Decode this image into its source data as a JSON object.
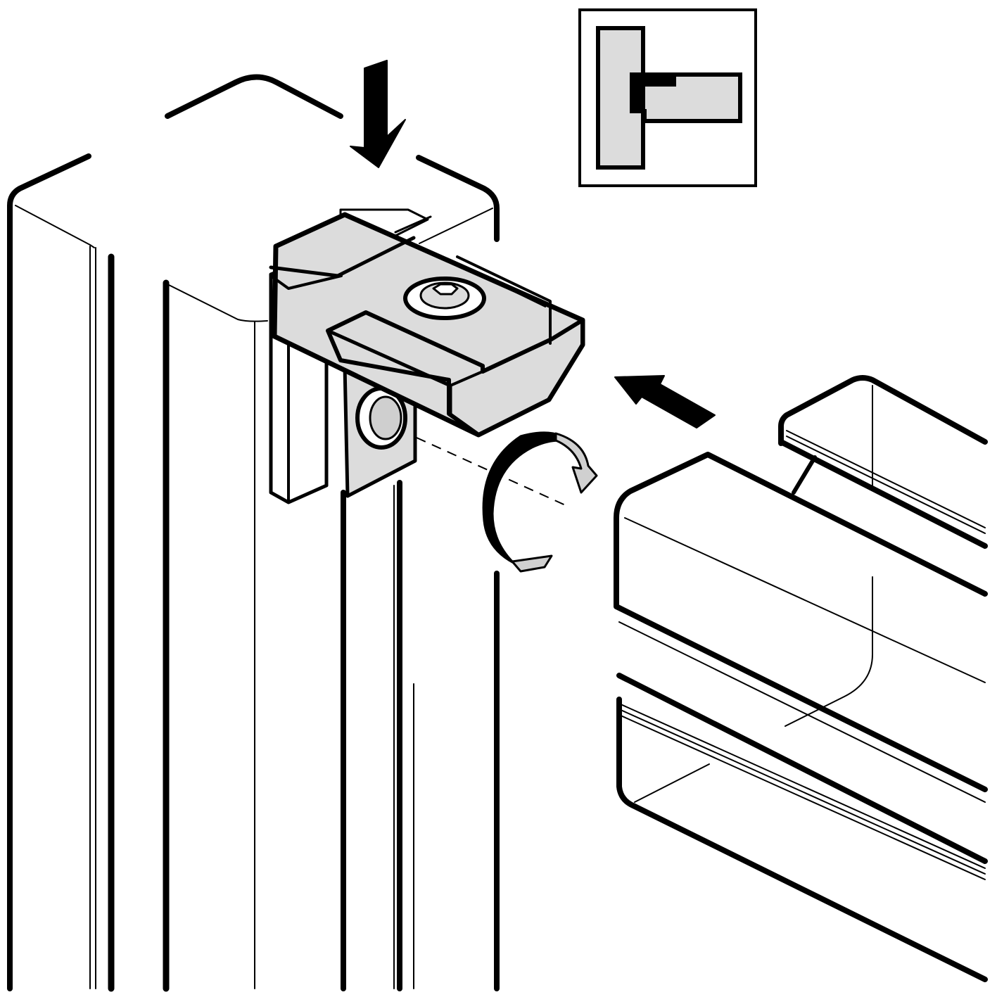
{
  "figure": {
    "kind": "assembly-instruction-illustration",
    "colors": {
      "background": "#ffffff",
      "line": "#000000",
      "part_fill": "#dcdcdc",
      "hint_fill": "#e6e6e6"
    },
    "icons": [
      "down-arrow-icon",
      "right-arrow-icon",
      "rotate-clockwise-icon"
    ],
    "parts": [
      "vertical-profile",
      "t-slot-connector",
      "horizontal-profile",
      "connection-detail-inset"
    ]
  }
}
